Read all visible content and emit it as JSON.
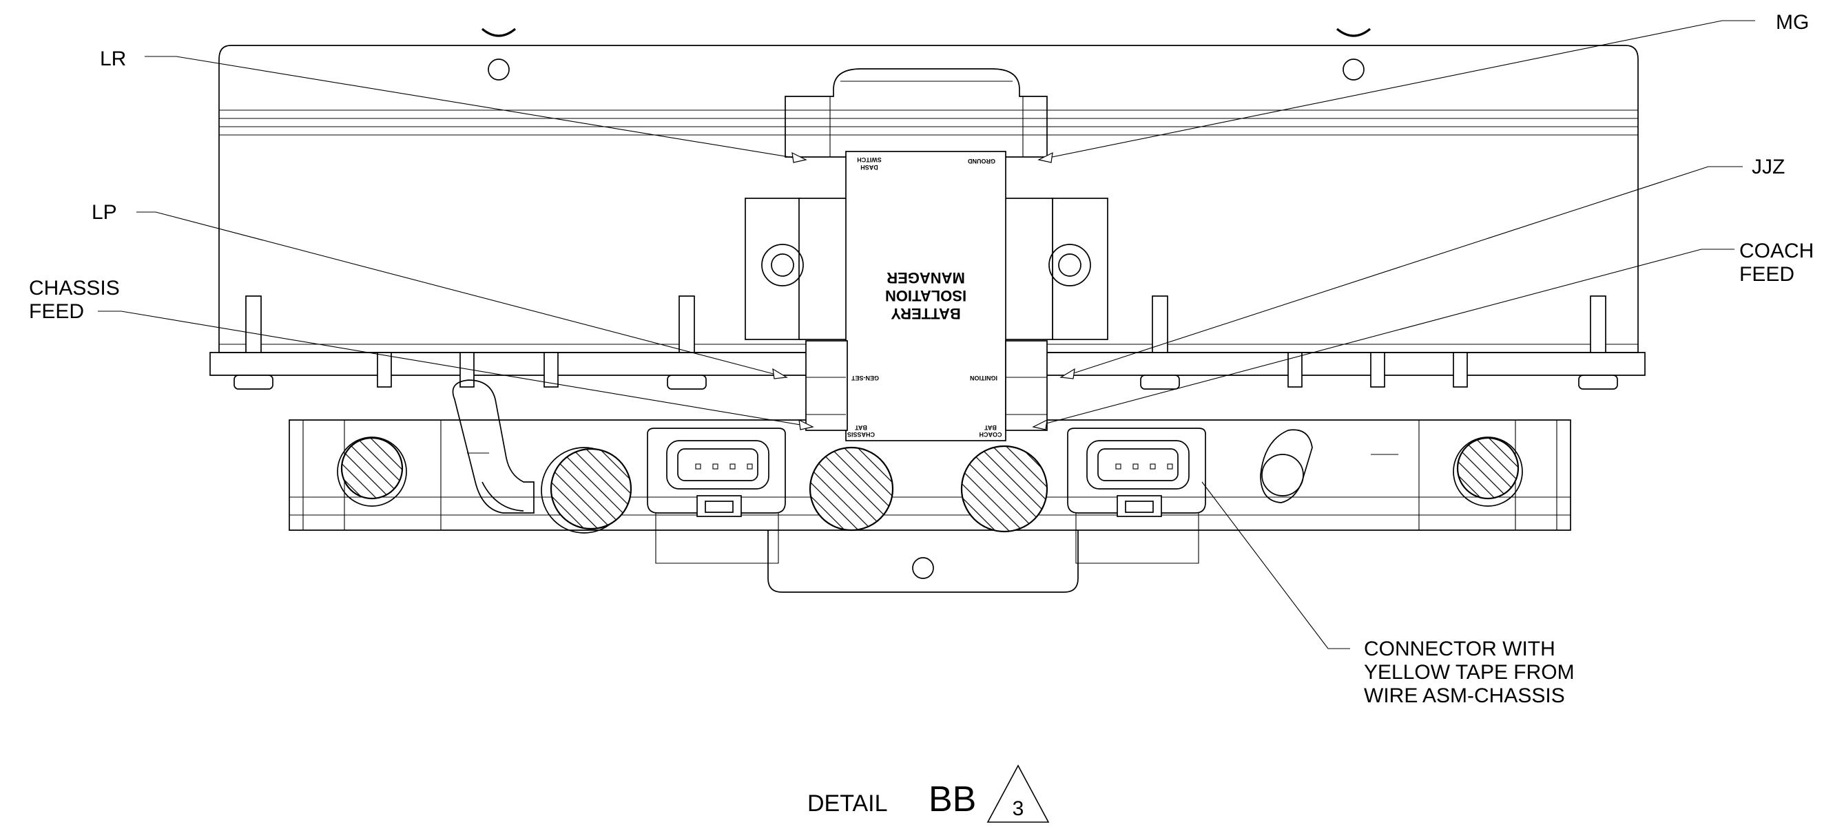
{
  "module": {
    "line1": "BATTERY",
    "line2": "ISOLATION",
    "line3": "MANAGER",
    "terminals": {
      "dash_switch": [
        "DASH",
        "SWITCH"
      ],
      "ground": "GROUND",
      "gen_set": "GEN-SET",
      "ignition": "IGNITION",
      "chassis_bat": [
        "CHASSIS",
        "BAT"
      ],
      "coach_bat": [
        "COACH",
        "BAT"
      ]
    }
  },
  "callouts": {
    "lr": "LR",
    "mg": "MG",
    "lp": "LP",
    "jjz": "JJZ",
    "chassis_feed": [
      "CHASSIS",
      "FEED"
    ],
    "coach_feed": [
      "COACH",
      "FEED"
    ],
    "connector_note": [
      "CONNECTOR WITH",
      "YELLOW TAPE FROM",
      "WIRE ASM-CHASSIS"
    ]
  },
  "detail": {
    "prefix": "DETAIL",
    "letters": "BB",
    "revision": "3"
  }
}
